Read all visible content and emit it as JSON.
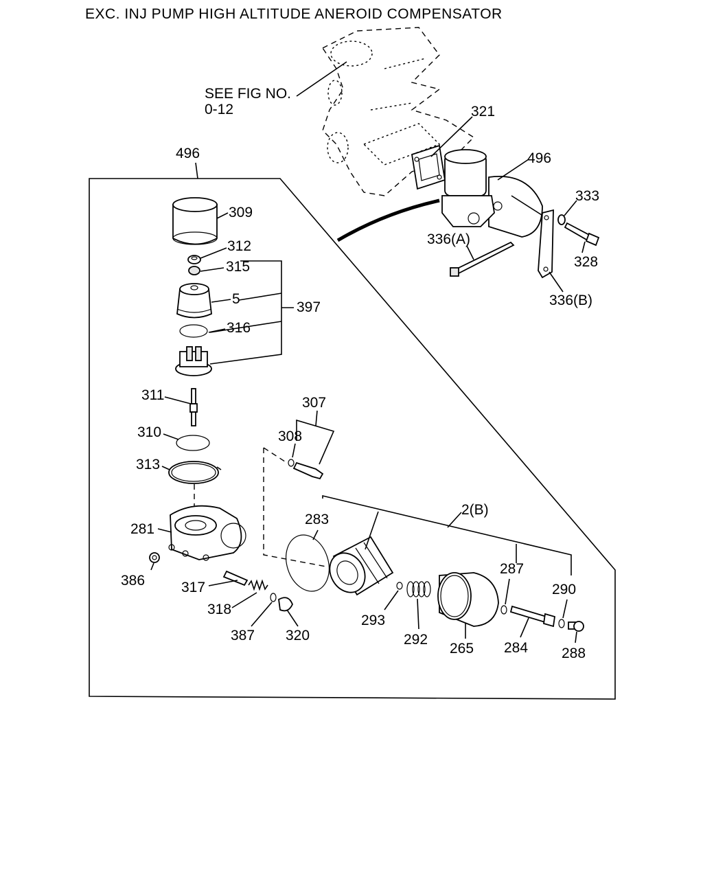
{
  "title": "EXC.   INJ PUMP HIGH  ALTITUDE ANEROID  COMPENSATOR",
  "reference": {
    "line1": "SEE FIG NO.",
    "line2": "0-12"
  },
  "callouts": {
    "c321": "321",
    "c496_top": "496",
    "c333": "333",
    "c328": "328",
    "c336a": "336(A)",
    "c336b": "336(B)",
    "c496_left": "496",
    "c309": "309",
    "c312": "312",
    "c315": "315",
    "c5": "5",
    "c397": "397",
    "c316": "316",
    "c311": "311",
    "c310": "310",
    "c313": "313",
    "c307": "307",
    "c308": "308",
    "c281": "281",
    "c283": "283",
    "c2b": "2(B)",
    "c287": "287",
    "c290": "290",
    "c386": "386",
    "c317": "317",
    "c318": "318",
    "c387": "387",
    "c320": "320",
    "c293": "293",
    "c292": "292",
    "c265": "265",
    "c284": "284",
    "c288": "288"
  }
}
